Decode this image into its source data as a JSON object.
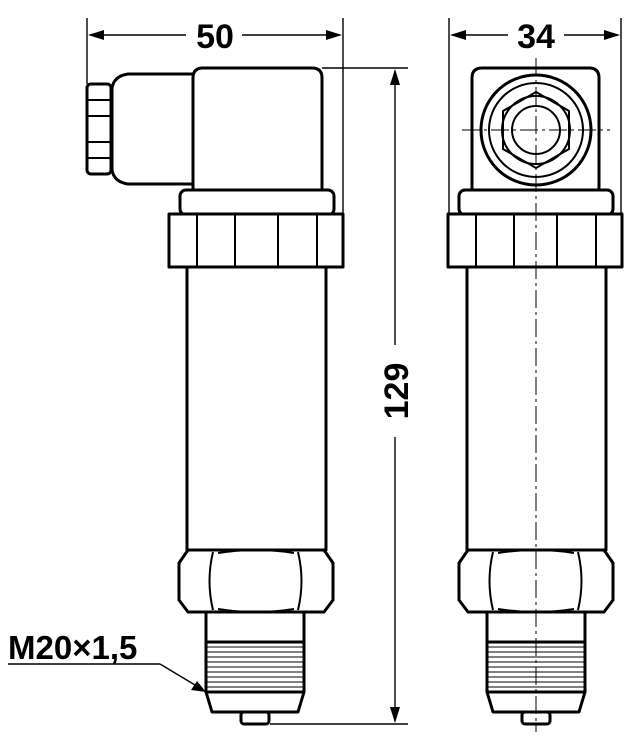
{
  "dimensions": {
    "width_front": "50",
    "width_side": "34",
    "height": "129"
  },
  "thread_label": "M20×1,5"
}
